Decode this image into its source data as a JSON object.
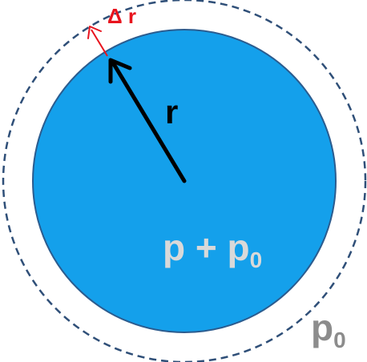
{
  "labels": {
    "delta_r": "Δ r",
    "r": "r",
    "inner_pressure_base": "p + p",
    "inner_pressure_sub": "0",
    "outer_pressure_base": "p",
    "outer_pressure_sub": "0"
  },
  "colors": {
    "bubble_fill": "#14A0EB",
    "bubble_stroke": "#2B5C8F",
    "outer_dashed": "#2F4F78",
    "delta_arrow": "#E8141E",
    "radius_arrow": "#000000",
    "inner_text": "#D9D9D9",
    "outer_text": "#8C8C8C"
  }
}
